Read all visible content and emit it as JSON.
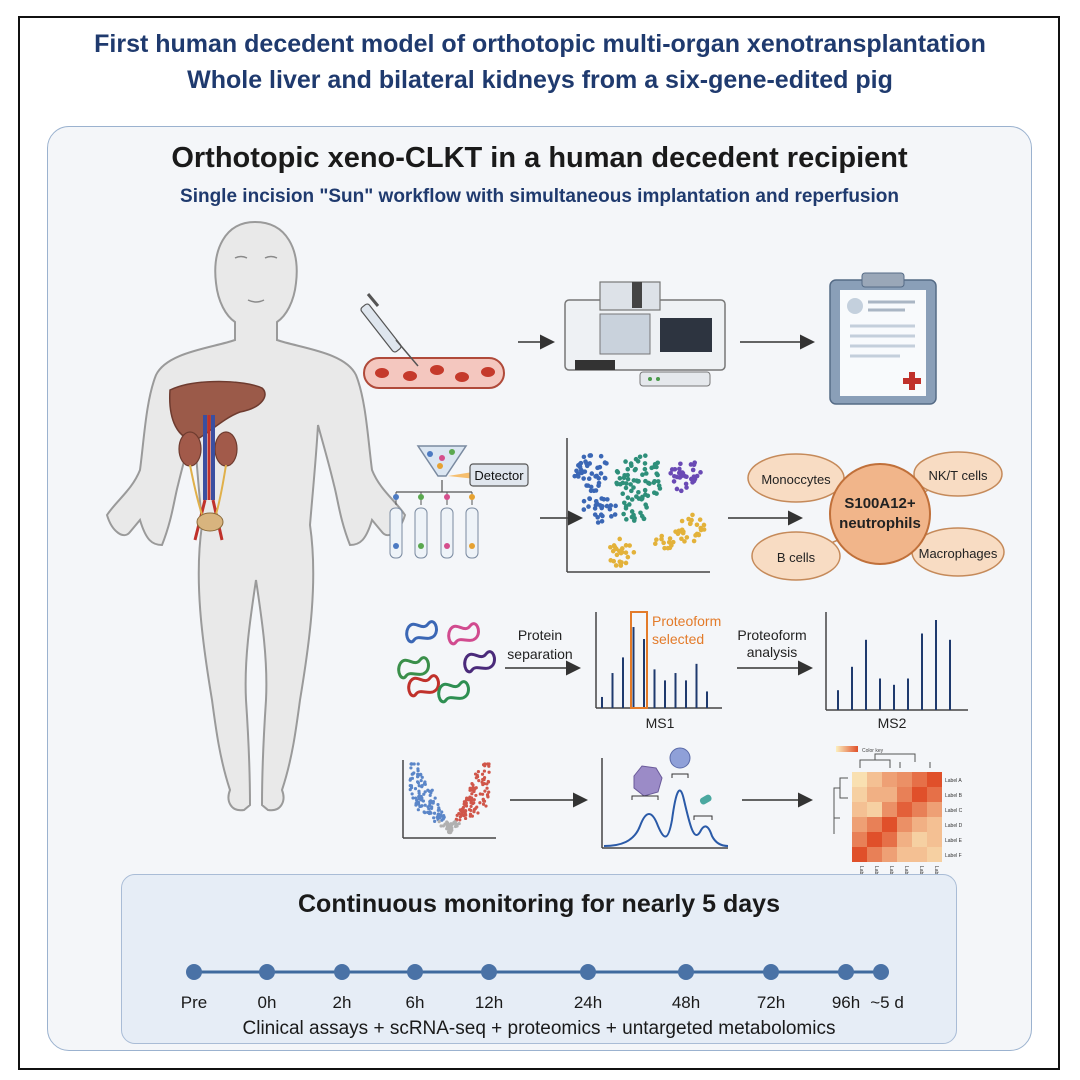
{
  "header": {
    "line1": "First human decedent model of orthotopic multi-organ xenotransplantation",
    "line2": "Whole liver and bilateral kidneys from a six-gene-edited pig"
  },
  "panel": {
    "title": "Orthotopic xeno-CLKT in a human decedent recipient",
    "subtitle": "Single incision \"Sun\" workflow with simultaneous implantation and reperfusion"
  },
  "row2": {
    "detector_label": "Detector",
    "center_cell": "S100A12+ neutrophils",
    "satellites": [
      "Monoccytes",
      "NK/T cells",
      "B cells",
      "Macrophages"
    ]
  },
  "row3": {
    "step1": "Protein separation",
    "selected": "Proteoform selected",
    "ms1_label": "MS1",
    "step2": "Proteoform analysis",
    "ms2_label": "MS2",
    "ms1_peaks": [
      0.12,
      0.38,
      0.55,
      0.88,
      0.75,
      0.42,
      0.3,
      0.38,
      0.3,
      0.48,
      0.18
    ],
    "ms2_peaks": [
      0.22,
      0.48,
      0.78,
      0.35,
      0.28,
      0.35,
      0.85,
      1.0,
      0.78
    ]
  },
  "row4": {
    "heatmap_legend": "Color key",
    "heatmap_rows": [
      "Label A",
      "Label B",
      "Label C",
      "Label D",
      "Label E",
      "Label F"
    ],
    "heatmap_cols": [
      "Label 1",
      "Label 2",
      "Label 3",
      "Label 4",
      "Label 5",
      "Label 6"
    ]
  },
  "monitoring": {
    "title": "Continuous monitoring for nearly 5 days",
    "timepoints": [
      "Pre",
      "0h",
      "2h",
      "6h",
      "12h",
      "24h",
      "48h",
      "72h",
      "96h",
      "~5 d"
    ],
    "footer": "Clinical assays + scRNA-seq + proteomics + untargeted metabolomics"
  },
  "colors": {
    "navy": "#1f3a6e",
    "orange": "#e37b2a",
    "timeline": "#3f6a9e",
    "cell_fill": "#f8dcc3"
  }
}
